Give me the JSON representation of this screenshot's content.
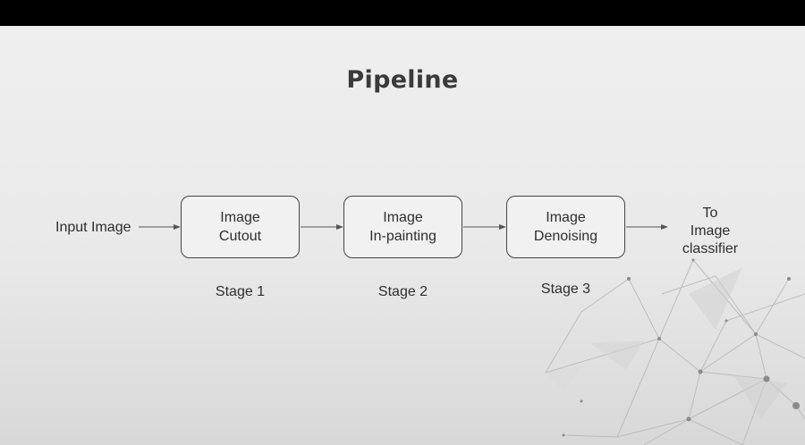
{
  "title": "Pipeline",
  "input_label": "Input Image",
  "stages": [
    {
      "line1": "Image",
      "line2": "Cutout",
      "stage_label": "Stage 1"
    },
    {
      "line1": "Image",
      "line2": "In-painting",
      "stage_label": "Stage 2"
    },
    {
      "line1": "Image",
      "line2": "Denoising",
      "stage_label": "Stage 3"
    }
  ],
  "output_label": {
    "line1": "To",
    "line2": "Image",
    "line3": "classifier"
  },
  "colors": {
    "background": "#ececec",
    "text": "#2e2e2e",
    "box_border": "#444444",
    "arrow": "#555555",
    "top_bar": "#000000"
  }
}
